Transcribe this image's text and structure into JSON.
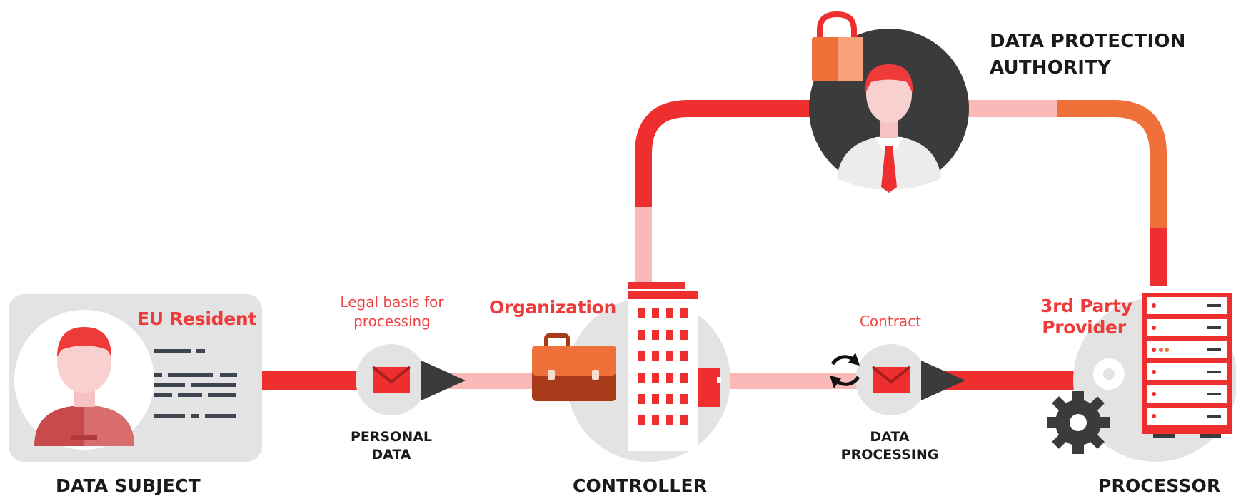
{
  "colors": {
    "red": "#ef2f2f",
    "pale": "#f9b9b9",
    "dark": "#3b3b3b",
    "grey": "#e3e3e3",
    "orange": "#f0703a"
  },
  "data_subject": {
    "card_title": "EU Resident",
    "caption": "DATA SUBJECT"
  },
  "personal_data": {
    "label": "Legal basis for processing",
    "caption_line1": "PERSONAL",
    "caption_line2": "DATA"
  },
  "controller": {
    "title": "Organization",
    "caption": "CONTROLLER"
  },
  "data_processing": {
    "label": "Contract",
    "caption_line1": "DATA",
    "caption_line2": "PROCESSING"
  },
  "processor": {
    "title_line1": "3rd Party",
    "title_line2": "Provider",
    "caption": "PROCESSOR"
  },
  "authority": {
    "title_line1": "DATA PROTECTION",
    "title_line2": "AUTHORITY"
  },
  "icons": [
    "person-icon",
    "envelope-icon",
    "briefcase-icon",
    "building-icon",
    "sync-arrows-icon",
    "server-rack-icon",
    "gear-icon",
    "padlock-icon",
    "official-person-icon"
  ]
}
